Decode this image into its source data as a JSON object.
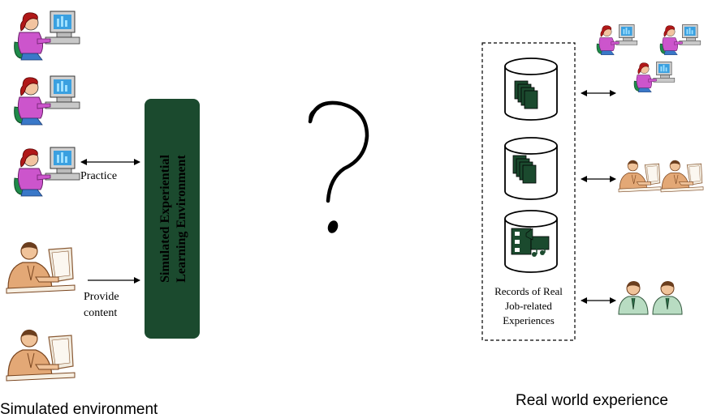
{
  "left": {
    "caption": "Simulated environment",
    "practice_label": "Practice",
    "provide_label_line1": "Provide",
    "provide_label_line2": "content"
  },
  "center_box": {
    "line1": "Simulated Experiential",
    "line2": "Learning Environment",
    "color": "#1b4a2e"
  },
  "middle": {
    "symbol": "?"
  },
  "right": {
    "records_line1": "Records of Real",
    "records_line2": "Job-related",
    "records_line3": "Experiences",
    "caption": "Real world experience"
  },
  "icons": [
    "student-at-computer-icon",
    "businessman-at-desk-icon",
    "businessman-icon",
    "database-cylinder-icon",
    "documents-icon",
    "media-icon"
  ]
}
